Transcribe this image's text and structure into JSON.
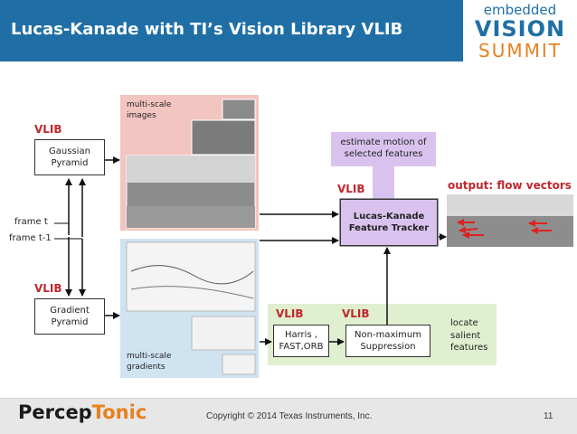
{
  "header": {
    "title": "Lucas-Kanade with TI’s Vision Library VLIB"
  },
  "logo": {
    "line1": "embedded",
    "line2": "VISION",
    "line3": "SUMMIT"
  },
  "diagram": {
    "gaussian_pyramid": "Gaussian\nPyramid",
    "gradient_pyramid": "Gradient\nPyramid",
    "frame_t": "frame t",
    "frame_t1": "frame t-1",
    "multiscale_images": "multi-scale\nimages",
    "multiscale_gradients": "multi-scale\ngradients",
    "estimate_motion": "estimate motion of\nselected features",
    "lk_tracker": "Lucas-Kanade\nFeature Tracker",
    "harris": "Harris ,\nFAST,ORB",
    "nms": "Non-maximum\nSuppression",
    "locate": "locate\nsalient\nfeatures",
    "output": "output: flow vectors",
    "vlib": "VLIB"
  },
  "footer": {
    "brand_a": "Percep",
    "brand_b": "Tonic",
    "copyright": "Copyright © 2014 Texas Instruments, Inc.",
    "page": "11"
  },
  "colors": {
    "title_bar": "#1f6fa6",
    "vlib": "#c0282e",
    "pink": "#f3c5c0",
    "blue": "#cfe3f1",
    "lavender": "#d9c3ee",
    "green": "#e0efcf"
  }
}
